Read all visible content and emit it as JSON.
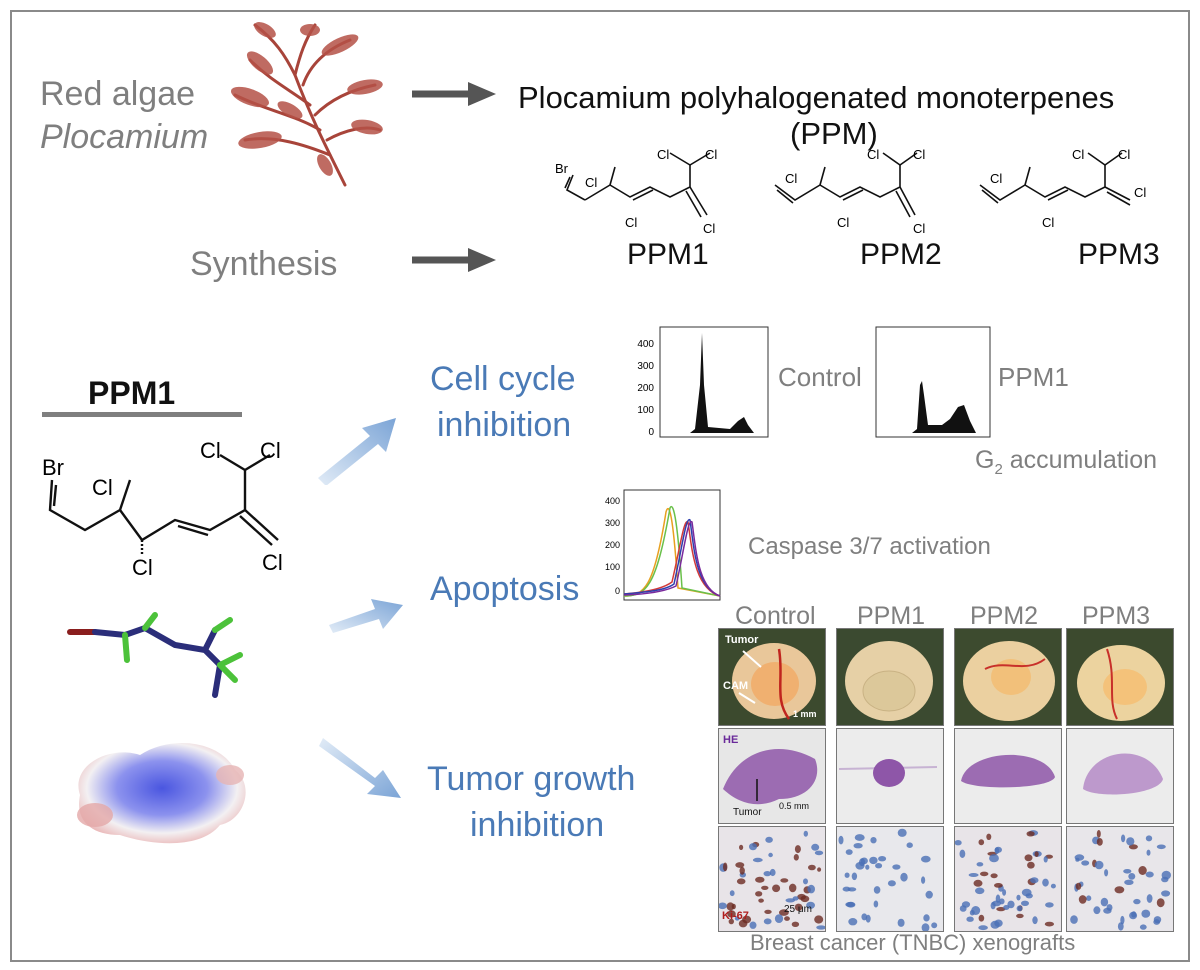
{
  "source": {
    "algae_line1": "Red algae",
    "algae_line2": "Plocamium",
    "synthesis": "Synthesis"
  },
  "product": {
    "title": "Plocamium polyhalogenated monoterpenes",
    "abbrev": "(PPM)",
    "compounds": [
      "PPM1",
      "PPM2",
      "PPM3"
    ]
  },
  "atoms": {
    "br": "Br",
    "cl": "Cl"
  },
  "focus_compound": "PPM1",
  "effects": {
    "cell_cycle_line1": "Cell cycle",
    "cell_cycle_line2": "inhibition",
    "apoptosis": "Apoptosis",
    "tumor_line1": "Tumor growth",
    "tumor_line2": "inhibition"
  },
  "flow_cytometry": {
    "control_label": "Control",
    "treated_label": "PPM1",
    "g2_note_pre": "G",
    "g2_note_sub": "2",
    "g2_note_post": " accumulation",
    "y_ticks": [
      "400",
      "300",
      "200",
      "100",
      "0"
    ]
  },
  "caspase": {
    "label": "Caspase 3/7 activation",
    "y_ticks": [
      "400",
      "300",
      "200",
      "100",
      "0"
    ],
    "series_colors": [
      "#e8a020",
      "#6ac04a",
      "#d23a3a",
      "#2f3fae",
      "#7a2a9c",
      "#aaaaaa"
    ]
  },
  "xenografts": {
    "columns": [
      "Control",
      "PPM1",
      "PPM2",
      "PPM3"
    ],
    "annotations": {
      "tumor": "Tumor",
      "cam": "CAM",
      "scale_1mm": "1 mm",
      "he": "HE",
      "scale_05mm": "0.5 mm",
      "ki67": "Ki-67",
      "scale_25um": "25 μm"
    },
    "caption": "Breast cancer (TNBC) xenografts"
  },
  "colors": {
    "arrow_dark": "#555555",
    "arrow_light": "#8fb3dc",
    "effect_text": "#4a7ab6",
    "algae": "#a8443a",
    "he_stain": "#8e56a8"
  }
}
